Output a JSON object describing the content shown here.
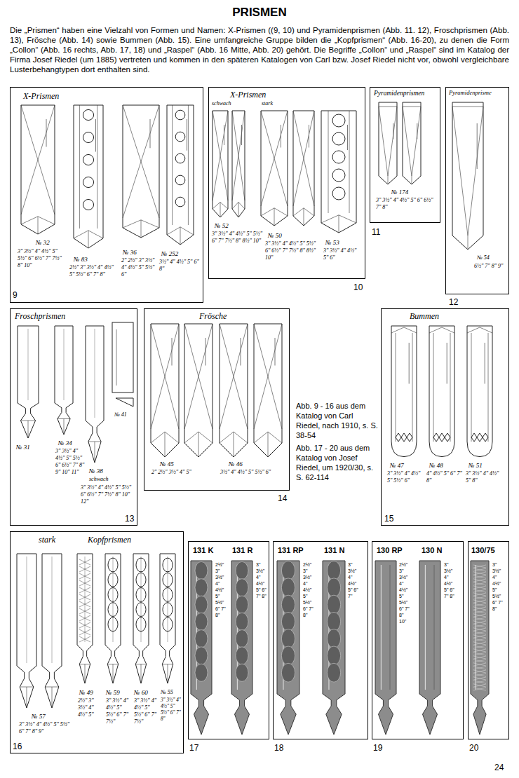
{
  "diagram": {
    "title": "PRISMEN",
    "nodes": [
      {
        "text": [
          "X-Prismen",
          "№ 32",
          "3\" 3½\" 4\" 4½\" 5\" 5½\" 6\" 6½\" 7\" 7½\" 8\" 10\"",
          "№ 83",
          "2½\" 3\" 3½\" 4\" 4½\" 5\" 5½\" 6\" 7\" 8\"",
          "№ 36",
          "2\" 2½\" 3\" 3½\" 4\" 4½\" 5\" 5½\" 6\"",
          "№ 252",
          "3½\" 4\" 4½\" 5\" 6\" 8\""
        ]
      },
      {
        "text": [
          "X-Prismen",
          "schwach",
          "stark",
          "№ 52",
          "3\" 3½\" 4\" 4½\" 5\" 5½\" 6\" 7\" 7½\" 8\" 8½\" 10\"",
          "№ 50",
          "3\" 3½\" 4\" 4½\" 5\" 5½\" 6\" 6½\" 7\" 7½\" 8\" 8½\" 10\"",
          "№ 53",
          "3\" 3½\" 4\" 4½\" 5\" 6\""
        ]
      },
      {
        "text": [
          "Pyramidenprismen",
          "№ 174",
          "3\" 3½\" 4\" 4½\" 5\" 6\" 6½\" 7\" 8\""
        ]
      },
      {
        "text": [
          "Pyramidenprisme",
          "№ 54",
          "6½\" 7\" 8\" 9\""
        ]
      },
      {
        "text": [
          "Froschprismen",
          "№ 31",
          "№ 34",
          "3\" 3½\" 4\" 4½\" 5\" 5½\" 6\" 6½\" 7\" 8\" 9\" 10\" 11\"",
          "№ 38",
          "schwach",
          "3\" 3½\" 4\" 4½\" 5\" 5½\" 6\" 6½\" 7\" 7½\" 8\" 10\" 12\"",
          "№ 41"
        ]
      },
      {
        "text": [
          "Frösche",
          "№ 45",
          "2\" 2½\" 3½\" 4\" 5\"",
          "№ 46",
          "3½\" 4\" 4½\" 5\" 5½\" 6\""
        ]
      },
      {
        "text": [
          "Bummen",
          "№ 47",
          "3\" 3½\" 4\" 4½\" 5\" 5½\" 6\"",
          "№ 48",
          "4\" 4½\" 5\" 6\" 7\" 8\"",
          "№ 51",
          "3\" 3½\" 4\" 4½\" 5\" 8\""
        ]
      },
      {
        "text": [
          "stark",
          "Kopfprismen",
          "№ 57",
          "3\" 3½\" 4\" 4½\" 5\" 5½\" 6\" 7\" 8\" 9\"",
          "№ 49",
          "2½\" 3\" 3½\" 4\" 4½\" 5\"",
          "№ 59",
          "3\" 3½\" 4\" 4½\" 5\" 5½\" 6\" 7\" 7½\"",
          "№ 60",
          "3\" 3½\" 4\" 4½\" 5\" 5½\" 6\" 7\" 7½\"",
          "№ 55",
          "3\" 3½\" 4\" 4½\" 5\" 5½\" 6\" 7\" 8\""
        ]
      },
      {
        "text": [
          "131 K",
          "131 R",
          "2½\" 3\" 3½\" 4\" 4½\" 5\" 5½\" 6\" 7\" 8\"",
          "3\" 3½\" 4\" 4½\" 5\" 6\" 7\" 8\""
        ]
      },
      {
        "text": [
          "131 RP",
          "131 N",
          "2½\" 3\" 3½\" 4\" 4½\" 5\" 5½\" 6\" 7\" 8\"",
          "3\" 3½\" 4\" 4½\" 5\" 6\" 7\""
        ]
      },
      {
        "text": [
          "130 RP",
          "130 N",
          "2½\" 3\" 3½\" 4\" 4½\" 5\" 5½\" 6\" 7\" 8\" 10\"",
          "3\" 3½\" 4\" 4½\" 5\" 6\" 7\" 8\""
        ]
      },
      {
        "text": [
          "130/75",
          "3\" 3½\" 4\" 4½\" 5\" 5½\" 6\" 7\" 8\""
        ]
      }
    ],
    "labels": [
      "Die „Prismen“ haben eine Vielzahl von Formen und Namen: X-Prismen ((9, 10) und Pyramidenprismen (Abb. 11. 12), Froschprismen (Abb. 13), Frösche (Abb. 14) sowie Bummen (Abb. 15). Eine umfangreiche Gruppe bilden die „Kopfprismen“ (Abb. 16-20), zu denen die Form „Collon“ (Abb. 16 rechts, Abb. 17, 18) und „Raspel“ (Abb. 16 Mitte, Abb. 20) gehört. Die Begriffe „Collon“ und „Raspel“ sind im Katalog der Firma Josef Riedel (um 1885) vertreten und kommen in den späteren Katalogen von Carl bzw. Josef Riedel nicht vor, obwohl vergleichbare Lusterbehangtypen dort enthalten sind.",
      "9",
      "10",
      "11",
      "12",
      "13",
      "14",
      "15",
      "16",
      "17",
      "18",
      "19",
      "20",
      "Abb. 9 - 16 aus dem Katalog von Carl Riedel, nach 1910, s. S. 38-54",
      "Abb. 17 - 20 aus dem Katalog von Josef Riedel, um 1920/30, s. S. 62-114",
      "24"
    ]
  }
}
